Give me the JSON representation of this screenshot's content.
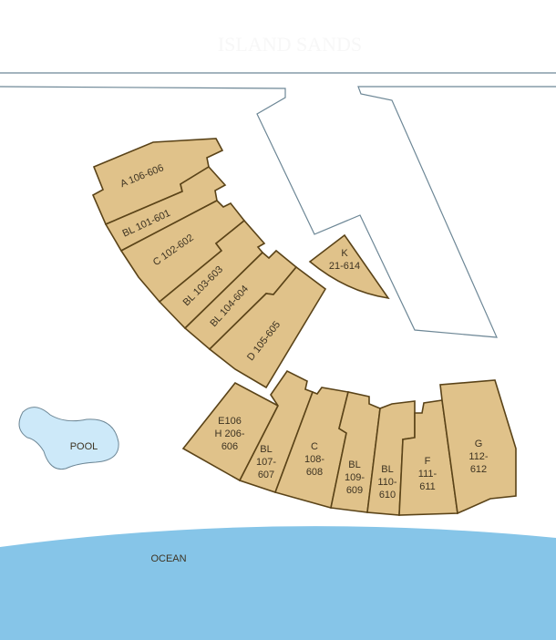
{
  "watermark": "ISLAND SANDS",
  "colors": {
    "building_fill": "#e0c28a",
    "building_stroke": "#5a4318",
    "water": "#86c5e8",
    "pool": "#cde9f9",
    "road": "#6d8796"
  },
  "pool": {
    "label": "POOL"
  },
  "ocean": {
    "label": "OCEAN"
  },
  "buildings": [
    {
      "id": "a",
      "lines": [
        "A 106-606"
      ]
    },
    {
      "id": "bl101",
      "lines": [
        "BL 101-601"
      ]
    },
    {
      "id": "c102",
      "lines": [
        "C 102-602"
      ]
    },
    {
      "id": "bl103",
      "lines": [
        "BL 103-603"
      ]
    },
    {
      "id": "bl104",
      "lines": [
        "BL 104-604"
      ]
    },
    {
      "id": "d",
      "lines": [
        "D 105-605"
      ]
    },
    {
      "id": "k",
      "lines": [
        "K",
        "21-614"
      ]
    },
    {
      "id": "eh",
      "lines": [
        "E106",
        "H 206-",
        "606"
      ]
    },
    {
      "id": "bl107",
      "lines": [
        "BL",
        "107-",
        "607"
      ]
    },
    {
      "id": "c108",
      "lines": [
        "C",
        "108-",
        "608"
      ]
    },
    {
      "id": "bl109",
      "lines": [
        "BL",
        "109-",
        "609"
      ]
    },
    {
      "id": "bl110",
      "lines": [
        "BL",
        "110-",
        "610"
      ]
    },
    {
      "id": "f",
      "lines": [
        "F",
        "111-",
        "611"
      ]
    },
    {
      "id": "g",
      "lines": [
        "G",
        "112-",
        "612"
      ]
    }
  ]
}
